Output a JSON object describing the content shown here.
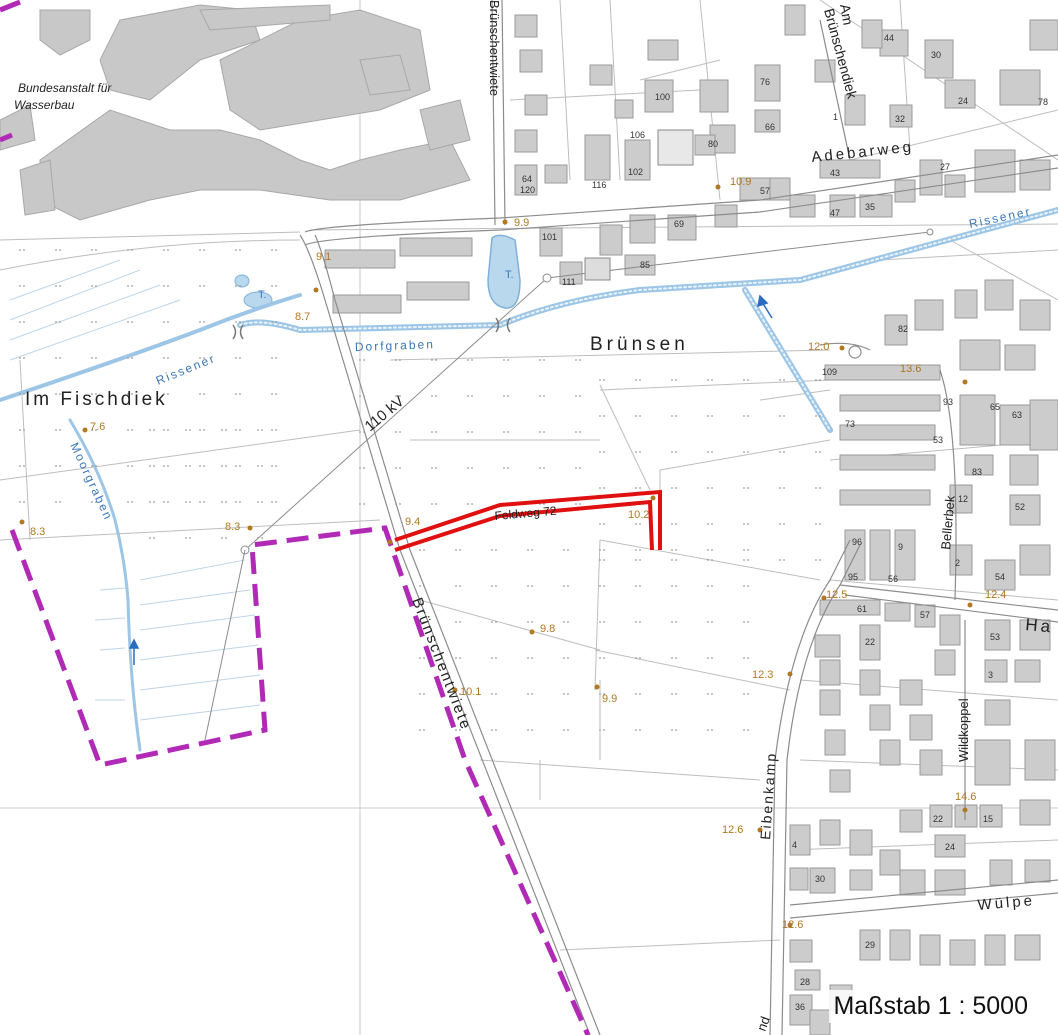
{
  "map": {
    "scale": "Maßstab 1 : 5000",
    "colors": {
      "building": "#c8c8c8",
      "building_dark": "#b4b4b4",
      "water": "#b9d8ee",
      "water_line": "#9cc5e6",
      "road": "#8c8c8c",
      "parcel": "#bdbdbd",
      "boundary": "#b12ab6",
      "feature": "#e01010",
      "height": "#b07820",
      "text": "#222222",
      "water_text": "#3a78b8"
    },
    "place_labels": {
      "institute_line1": "Bundesanstalt für",
      "institute_line2": "Wasserbau",
      "im_fischdiek": "Im  Fischdiek",
      "bruensen": "Brünsen",
      "powerline": "110 kV",
      "feldweg": "Feldweg 72"
    },
    "water_labels": {
      "dorfgraben": "Dorfgraben",
      "rissener_left": "Rissener",
      "rissener_right": "Rissener",
      "moorgraben": "Moorgraben",
      "pond_left": "T.",
      "pond_right": "T."
    },
    "street_labels": {
      "bruenschentwiete_top": "Brünschentwiete",
      "bruenschentwiete_main": "Brünschentwiete",
      "am_bruenschendiek_1": "Am",
      "am_bruenschendiek_2": "Brünschendiek",
      "adebarweg": "Adebarweg",
      "bellerbek": "Bellerbek",
      "eibenkamp": "Eibenkamp",
      "wildkoppel": "Wildkoppel",
      "wuelpe": "Wülpe",
      "ha": "Ha",
      "bottom_partial": "nd"
    },
    "height_points": {
      "h_9_9_top": "9.9",
      "h_10_9": "10.9",
      "h_9_1": "9.1",
      "h_8_7": "8.7",
      "h_7_6": "7.6",
      "h_8_3_left": "8.3",
      "h_8_3_mid": "8.3",
      "h_9_4": "9.4",
      "h_10_2": "10.2",
      "h_9_8": "9.8",
      "h_9_9_bottom": "9.9",
      "h_10_1": "10.1",
      "h_12_0": "12.0",
      "h_13_6": "13.6",
      "h_12_5": "12.5",
      "h_12_4": "12.4",
      "h_12_3": "12.3",
      "h_14_6": "14.6",
      "h_12_6_left": "12.6",
      "h_12_6_bottom": "12.6"
    },
    "house_numbers": {
      "n44": "44",
      "n30": "30",
      "n24": "24",
      "n32": "32",
      "n78": "78",
      "n76": "76",
      "n66": "66",
      "n100": "100",
      "n80": "80",
      "n106": "106",
      "n102": "102",
      "n116": "116",
      "n120": "120",
      "n64": "64",
      "n57": "57",
      "n43": "43",
      "n27": "27",
      "n47": "47",
      "n35": "35",
      "n101": "101",
      "n69": "69",
      "n111": "111",
      "n85": "85",
      "n109": "109",
      "n93": "93",
      "n73": "73",
      "n53": "53",
      "n65": "65",
      "n63": "63",
      "n83": "83",
      "n82": "82",
      "n52": "52",
      "n12": "12",
      "n2": "2",
      "n56": "56",
      "n9": "9",
      "n96": "96",
      "n95": "95",
      "n54": "54",
      "n61": "61",
      "n57b": "57",
      "n53b": "53",
      "n22": "22",
      "n3": "3",
      "n22b": "22",
      "n15": "15",
      "n24b": "24",
      "n4": "4",
      "n30b": "30",
      "n29": "29",
      "n28": "28",
      "n36": "36",
      "n1": "1"
    }
  }
}
